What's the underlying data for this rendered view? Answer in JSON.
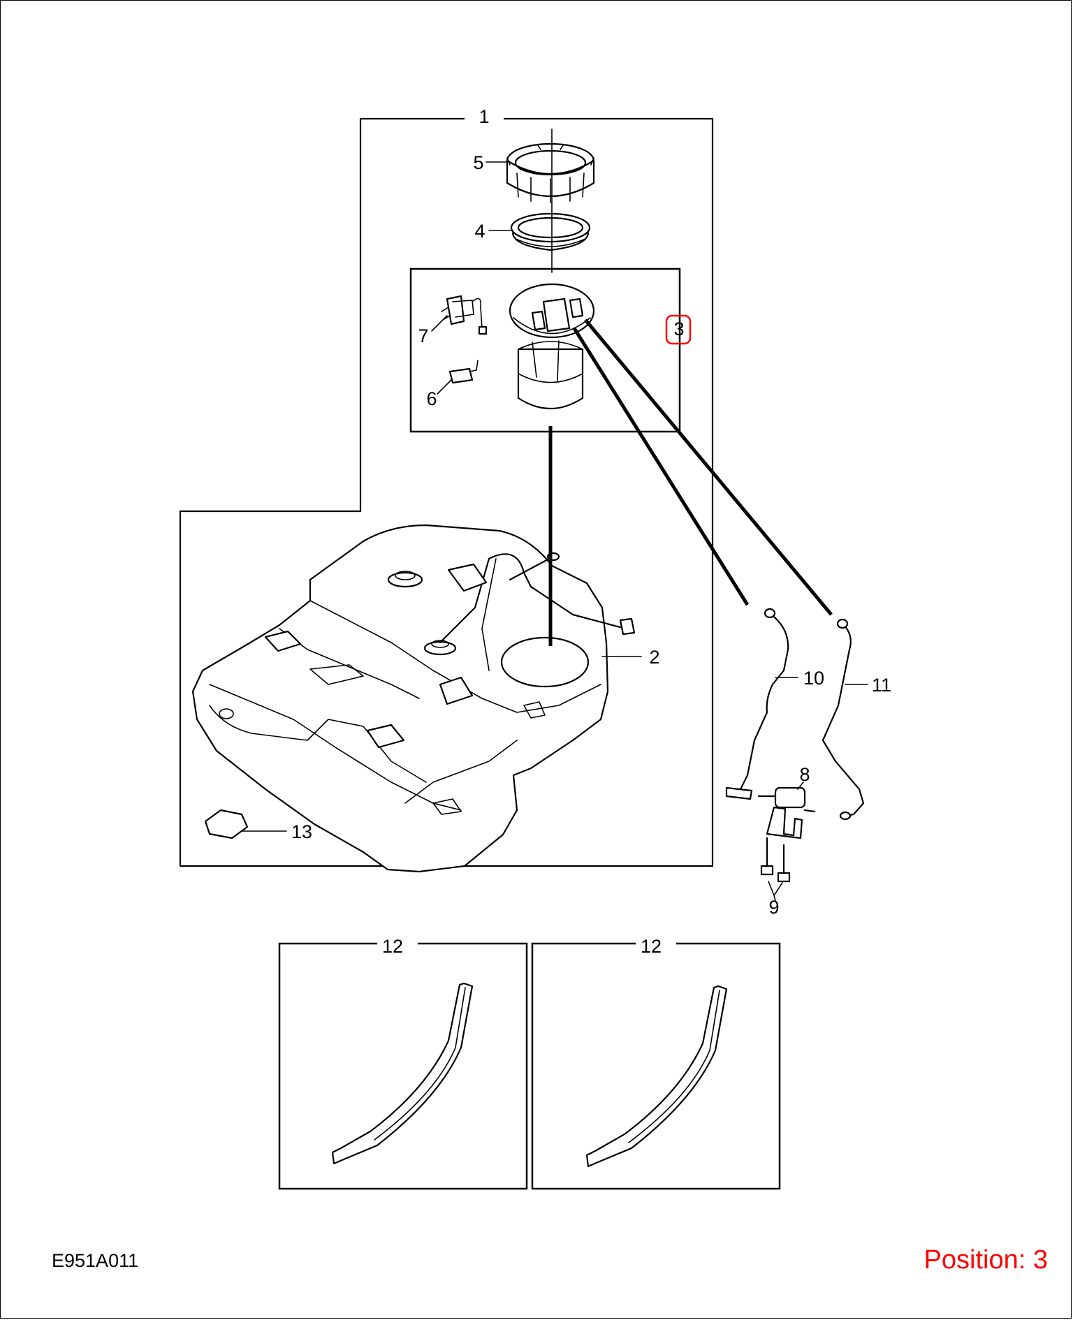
{
  "diagram": {
    "callouts": {
      "c1": "1",
      "c2": "2",
      "c3": "3",
      "c4": "4",
      "c5": "5",
      "c6": "6",
      "c7": "7",
      "c8": "8",
      "c9": "9",
      "c10": "10",
      "c11": "11",
      "c12a": "12",
      "c12b": "12",
      "c13": "13"
    },
    "highlighted_callout": "3",
    "highlight_color": "#ff0000"
  },
  "footer": {
    "code": "E951A011",
    "position": "Position: 3",
    "position_color": "#ff0000"
  }
}
